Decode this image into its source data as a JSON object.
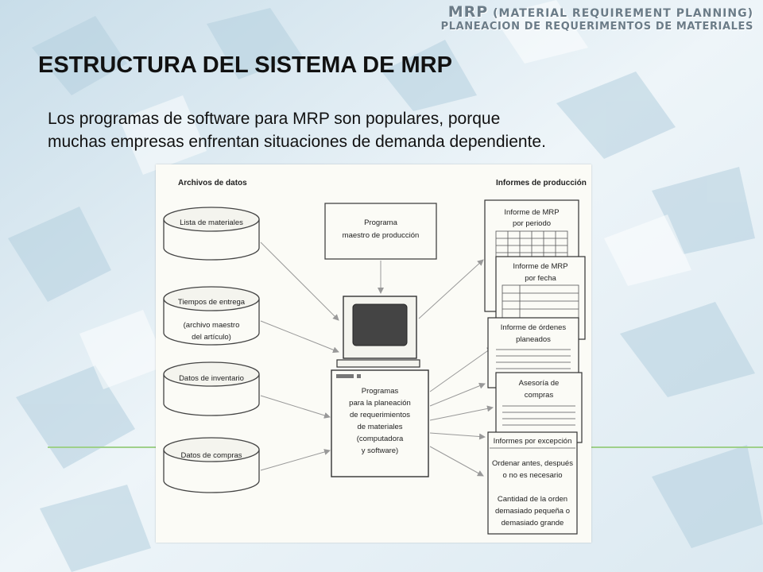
{
  "header": {
    "line1_big": "MRP",
    "line1_rest": "(MATERIAL REQUIREMENT PLANNING)",
    "line2": "PLANEACION DE REQUERIMENTOS DE MATERIALES"
  },
  "title": "ESTRUCTURA DEL SISTEMA DE MRP",
  "subtitle": {
    "line1": "Los programas de software para MRP son populares, porque",
    "line2": "muchas empresas enfrentan situaciones de demanda dependiente."
  },
  "diagram": {
    "left_heading": "Archivos de datos",
    "right_heading": "Informes de producción",
    "data_files": [
      {
        "lines": [
          "Lista de materiales"
        ]
      },
      {
        "lines": [
          "Tiempos de entrega",
          "(archivo maestro",
          "del artículo)"
        ]
      },
      {
        "lines": [
          "Datos de inventario"
        ]
      },
      {
        "lines": [
          "Datos de compras"
        ]
      }
    ],
    "master_schedule": {
      "line1": "Programa",
      "line2": "maestro de producción"
    },
    "computer": {
      "lines": [
        "Programas",
        "para la planeación",
        "de requerimientos",
        "de materiales",
        "(computadora",
        "y software)"
      ]
    },
    "reports": {
      "r1": [
        "Informe de MRP",
        "por periodo"
      ],
      "r2": [
        "Informe de MRP",
        "por fecha"
      ],
      "r3": [
        "Informe de órdenes",
        "planeados"
      ],
      "r4": [
        "Asesoría de",
        "compras"
      ],
      "r5": [
        "Informes por excepción",
        "Ordenar antes, después",
        "o no es necesario",
        "Cantidad de la orden",
        "demasiado pequeña o",
        "demasiado grande"
      ]
    }
  },
  "colors": {
    "accent_green": "#9fd08a",
    "title_text": "#111111",
    "header_text": "#6b7c88"
  }
}
